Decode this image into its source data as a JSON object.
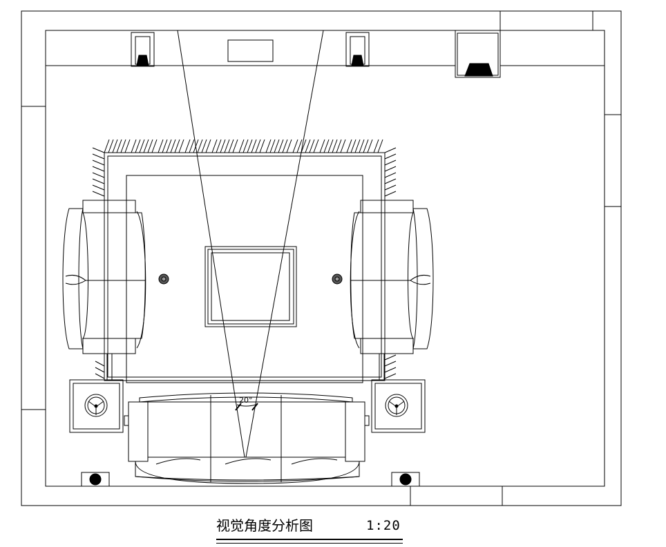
{
  "drawing": {
    "title": "视觉角度分析图",
    "scale": "1:20",
    "view_angle_label": "20°"
  }
}
